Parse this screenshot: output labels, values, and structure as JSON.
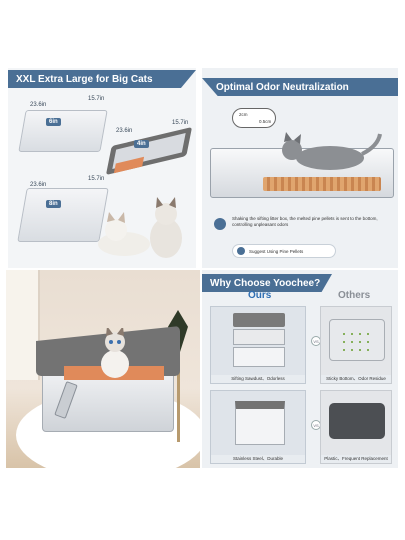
{
  "panel1": {
    "title": "XXL Extra Large for Big Cats",
    "boxes": [
      {
        "w": "23.6in",
        "d": "15.7in",
        "h": "6in"
      },
      {
        "w": "23.6in",
        "d": "15.7in",
        "h": "4in"
      },
      {
        "w": "23.6in",
        "d": "15.7in",
        "h": "8in"
      }
    ]
  },
  "panel2": {
    "title": "Optimal Odor Neutralization",
    "gap_label": "2cm",
    "hole_label": "0.5cm",
    "desc": "Shaking the sifting litter box, the melted pine pellets is sent to the bottom, controlling unpleasant odors",
    "suggest": "Suggest Using Pine Pellets"
  },
  "panel4": {
    "title": "Why Choose Yoochee?",
    "ours": "Ours",
    "others": "Others",
    "vs": "VS",
    "captions": {
      "ours_top": "Sifting Sawdust、Odorless",
      "others_top": "Sticky Bottom、Odor Residue",
      "ours_bottom": "Stainless Steel、Durable",
      "others_bottom": "Plastic、Frequent Replacement"
    }
  },
  "colors": {
    "accent": "#4a6f95",
    "ours": "#2f6fb3",
    "others": "#8a8f96",
    "tray": "#6e6e6e",
    "litter": "#e08a5a"
  }
}
